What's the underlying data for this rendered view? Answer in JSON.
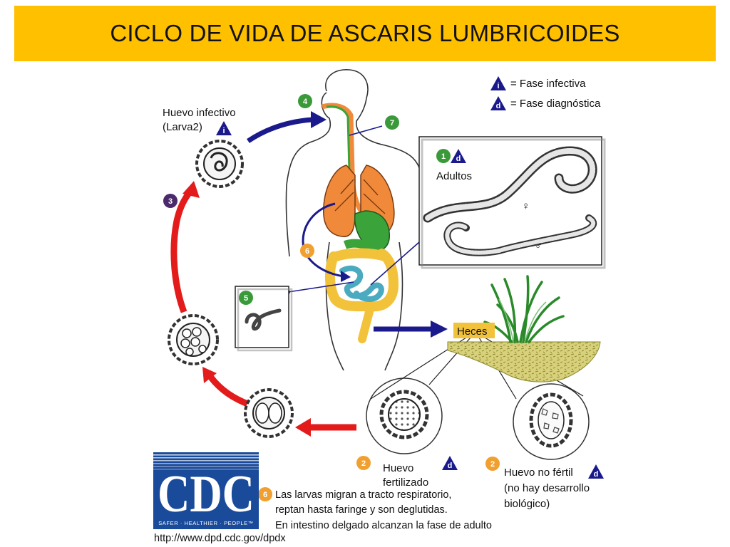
{
  "title": "CICLO DE VIDA DE ASCARIS LUMBRICOIDES",
  "legend": {
    "infective_symbol": "i",
    "infective_label": "= Fase infectiva",
    "diagnostic_symbol": "d",
    "diagnostic_label": "= Fase diagnóstica"
  },
  "stages": {
    "s1": "1",
    "s2": "2",
    "s3": "3",
    "s4": "4",
    "s5": "5",
    "s6": "6",
    "s7": "7"
  },
  "labels": {
    "infective_egg_line1": "Huevo infectivo",
    "infective_egg_line2": "(Larva2)",
    "adults": "Adultos",
    "female_symbol": "♀",
    "male_symbol": "♂",
    "feces": "Heces",
    "fertilized_line1": "Huevo",
    "fertilized_line2": "fertilizado",
    "unfertile_line1": "Huevo no fértil",
    "unfertile_line2": "(no hay desarrollo",
    "unfertile_line3": "biológico)",
    "note_line1": "Las larvas migran a tracto respiratorio,",
    "note_line2": "reptan hasta faringe y son deglutidas.",
    "note_line3": "En intestino delgado alcanzan la fase de adulto"
  },
  "logo": {
    "text": "CDC",
    "tagline": "SAFER · HEALTHIER · PEOPLE™",
    "url": "http://www.dpd.cdc.gov/dpdx"
  },
  "colors": {
    "title_bar": "#ffc000",
    "badge_green": "#3a9a3a",
    "badge_orange": "#f0a030",
    "badge_purple": "#4a2a6a",
    "arrow_blue": "#1a1a8c",
    "arrow_red": "#e31b1b",
    "lungs": "#f08a3a",
    "digestive": "#3aa33a",
    "intestine_small": "#4aaac0",
    "intestine_large": "#f2c23a",
    "soil": "#c8c060",
    "cdc_blue": "#1a4a9a"
  }
}
